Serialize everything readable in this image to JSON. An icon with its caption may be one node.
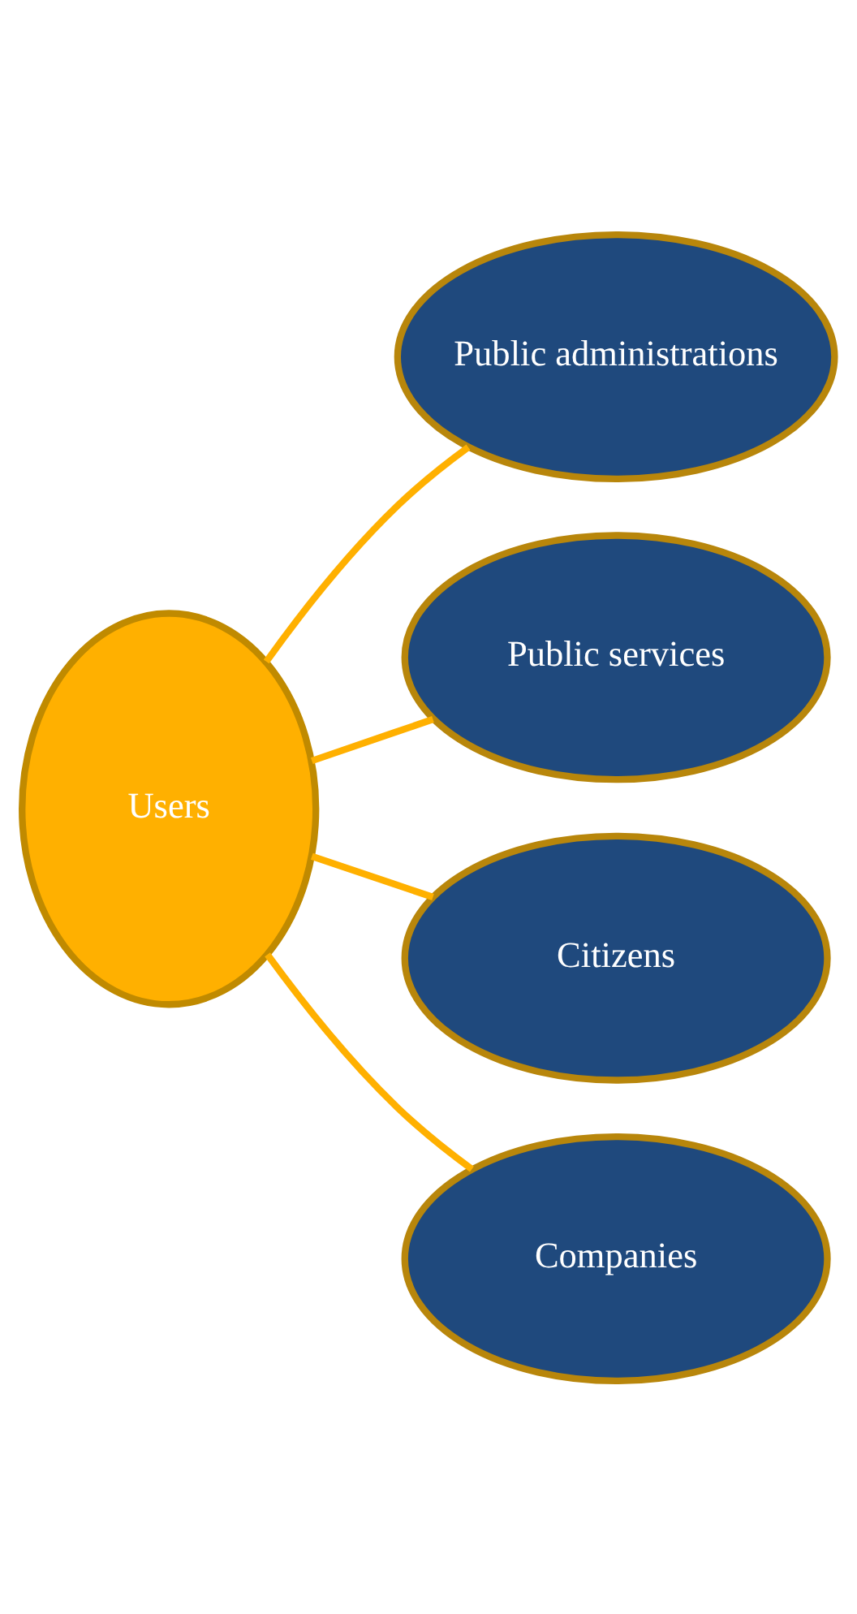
{
  "diagram": {
    "nodes": [
      {
        "text": [
          "Public administrations"
        ]
      },
      {
        "text": [
          "Users"
        ]
      },
      {
        "text": [
          "Public services"
        ]
      },
      {
        "text": [
          "Citizens"
        ]
      },
      {
        "text": [
          "Companies"
        ]
      }
    ],
    "edges": [
      {
        "from": 1,
        "to": 0,
        "arrow": "none"
      },
      {
        "from": 1,
        "to": 2,
        "arrow": "none"
      },
      {
        "from": 1,
        "to": 3,
        "arrow": "none"
      },
      {
        "from": 1,
        "to": 4,
        "arrow": "none"
      }
    ]
  }
}
